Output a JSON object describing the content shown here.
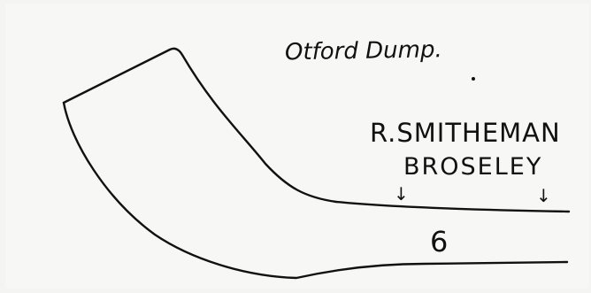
{
  "sketch": {
    "heading": "Otford Dump.",
    "maker_name": "R.SMITHEMAN",
    "maker_place": "BROSELEY",
    "number": "6",
    "arrow_glyph": "↓"
  }
}
